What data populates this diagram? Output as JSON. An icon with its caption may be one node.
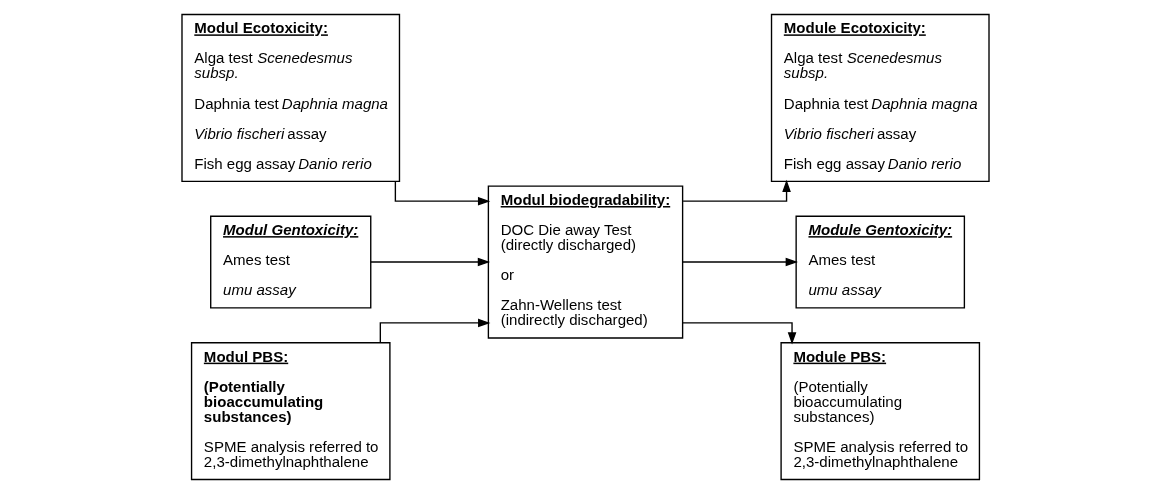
{
  "diagram": {
    "nodes": [
      {
        "text": [
          "Modul Ecotoxicity:",
          "Alga test *Scenedesmus subsp.*",
          "Daphnia test *Daphnia magna*",
          "*Vibrio fischeri* assay",
          "Fish egg assay *Danio rerio*"
        ]
      },
      {
        "text": [
          "*Modul Gentoxicity:*",
          "Ames test",
          "*umu assay*"
        ]
      },
      {
        "text": [
          "Modul PBS:",
          "**(Potentially bioaccumulating substances)**",
          "SPME analysis referred to 2,3-dimethylnaphthalene"
        ]
      },
      {
        "text": [
          "Modul biodegradability:",
          "DOC Die away Test (directly discharged)",
          "or",
          "Zahn-Wellens test (indirectly discharged)"
        ]
      },
      {
        "text": [
          "Module Ecotoxicity:",
          "Alga test *Scenedesmus subsp.*",
          "Daphnia test *Daphnia magna*",
          "*Vibrio fischeri* assay",
          "Fish egg assay *Danio rerio*"
        ]
      },
      {
        "text": [
          "*Module Gentoxicity:*",
          "Ames test",
          "*umu assay*"
        ]
      },
      {
        "text": [
          "Module PBS:",
          "(Potentially bioaccumulating substances)",
          "SPME analysis referred to 2,3-dimethylnaphthalene"
        ]
      }
    ],
    "edges": [
      {
        "from": 0,
        "to": 3,
        "arrow": "to"
      },
      {
        "from": 1,
        "to": 3,
        "arrow": "to"
      },
      {
        "from": 2,
        "to": 3,
        "arrow": "to"
      },
      {
        "from": 3,
        "to": 4,
        "arrow": "to"
      },
      {
        "from": 3,
        "to": 5,
        "arrow": "to"
      },
      {
        "from": 3,
        "to": 6,
        "arrow": "to"
      }
    ]
  }
}
